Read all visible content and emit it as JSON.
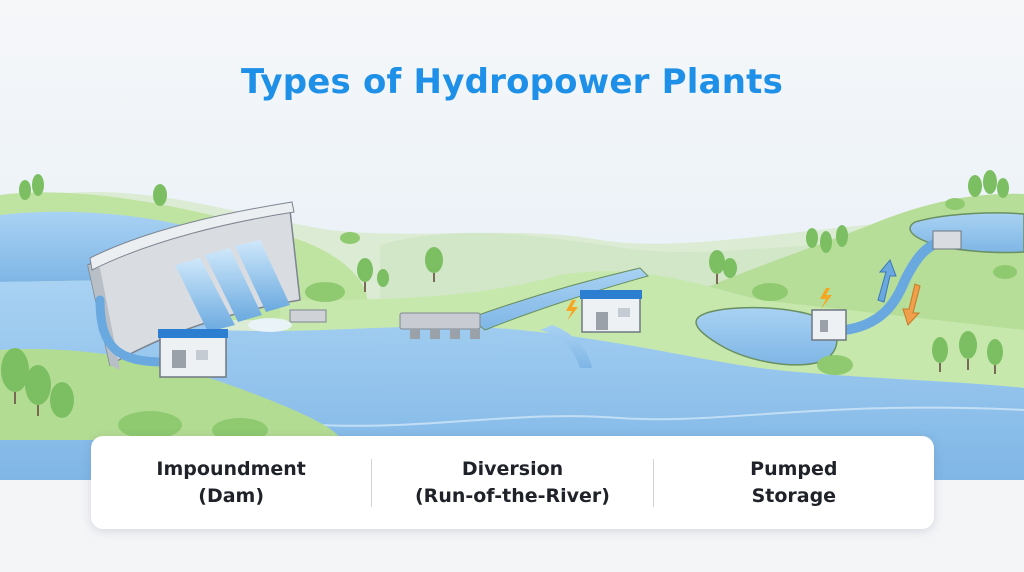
{
  "title": "Types of Hydropower Plants",
  "colors": {
    "title": "#1e90e8",
    "water": "#8ec2ee",
    "water_dark": "#5f9fd9",
    "grass": "#bfe3a1",
    "grass_dark": "#8fca70",
    "tree": "#7cbf62",
    "concrete": "#d9dde2",
    "roof_blue": "#2c7fd0",
    "bolt": "#f5a623"
  },
  "icons": {
    "dam": "dam-icon",
    "powerhouse": "powerhouse-icon",
    "bolt": "lightning-bolt-icon",
    "arrow_up": "arrow-up-icon",
    "arrow_down": "arrow-down-icon"
  },
  "labels": [
    {
      "line1": "Impoundment",
      "line2": "(Dam)"
    },
    {
      "line1": "Diversion",
      "line2": "(Run-of-the-River)"
    },
    {
      "line1": "Pumped",
      "line2": "Storage"
    }
  ]
}
